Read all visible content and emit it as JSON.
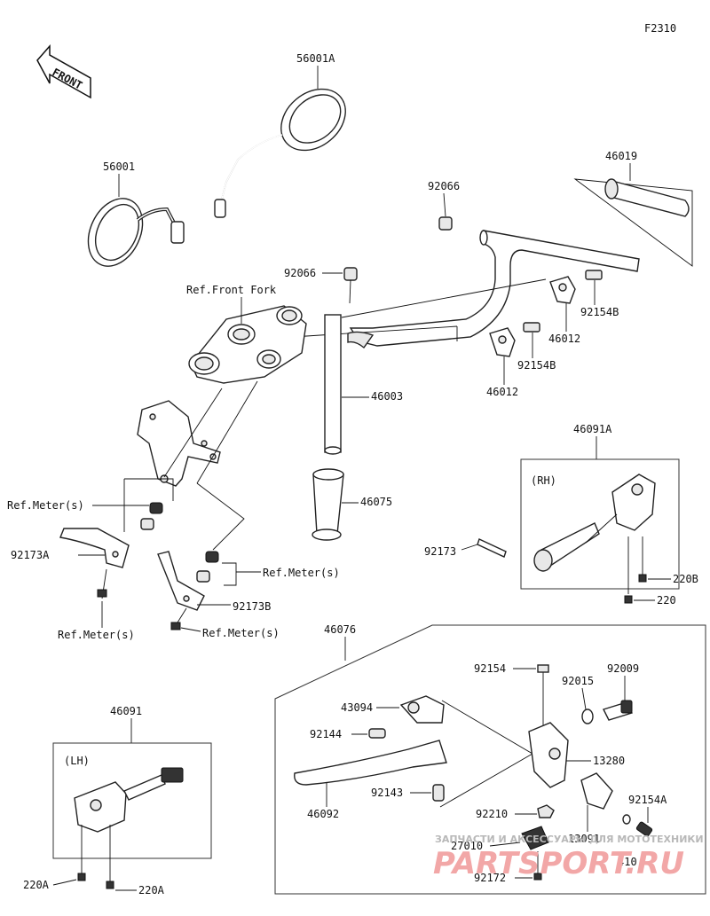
{
  "figure_code": "F2310",
  "front_label": "FRONT",
  "labels": {
    "p56001A": "56001A",
    "p56001": "56001",
    "p46019": "46019",
    "p92066a": "92066",
    "p92066b": "92066",
    "ref_front_fork": "Ref.Front Fork",
    "p92154B_a": "92154B",
    "p46012_a": "46012",
    "p92154B_b": "92154B",
    "p46012_b": "46012",
    "p46003": "46003",
    "p46075": "46075",
    "p46091A": "46091A",
    "rh": "(RH)",
    "p92173": "92173",
    "p220B": "220B",
    "p220": "220",
    "ref_meter_1": "Ref.Meter(s)",
    "p92173A": "92173A",
    "ref_meter_2": "Ref.Meter(s)",
    "p92173B": "92173B",
    "ref_meter_3": "Ref.Meter(s)",
    "ref_meter_4": "Ref.Meter(s)",
    "p46076": "46076",
    "p92154": "92154",
    "p92009": "92009",
    "p92015": "92015",
    "p43094": "43094",
    "p92144": "92144",
    "p13280": "13280",
    "p92143": "92143",
    "p46092": "46092",
    "p92210": "92210",
    "p92154A": "92154A",
    "p13091": "13091",
    "p27010": "27010",
    "p410": "410",
    "p92172": "92172",
    "p46091": "46091",
    "lh": "(LH)",
    "p220A_a": "220A",
    "p220A_b": "220A"
  },
  "watermark": {
    "line1": "ЗАПЧАСТИ И АКСЕССУАРЫ ДЛЯ МОТОТЕХНИКИ",
    "line2": "PARTSPORT.RU"
  }
}
